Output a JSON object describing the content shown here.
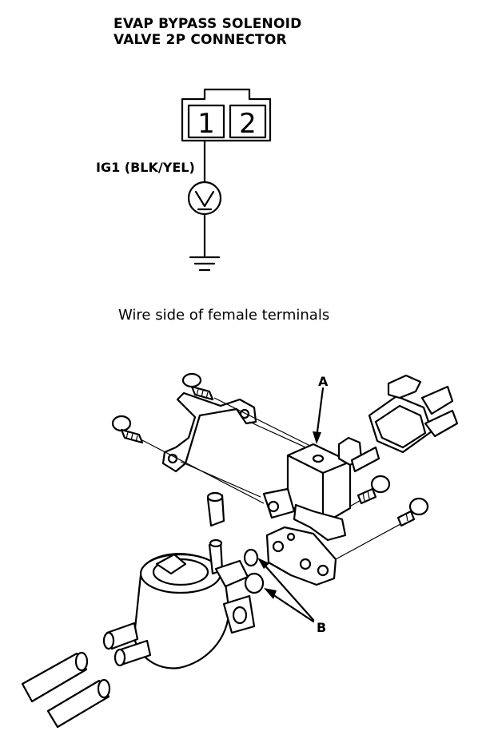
{
  "title": {
    "line1": "EVAP BYPASS SOLENOID",
    "line2": "VALVE 2P CONNECTOR"
  },
  "connector": {
    "pins": [
      "1",
      "2"
    ]
  },
  "wire_label": "IG1 (BLK/YEL)",
  "view_caption": "Wire side of female terminals",
  "callouts": {
    "a": "A",
    "b": "B"
  }
}
